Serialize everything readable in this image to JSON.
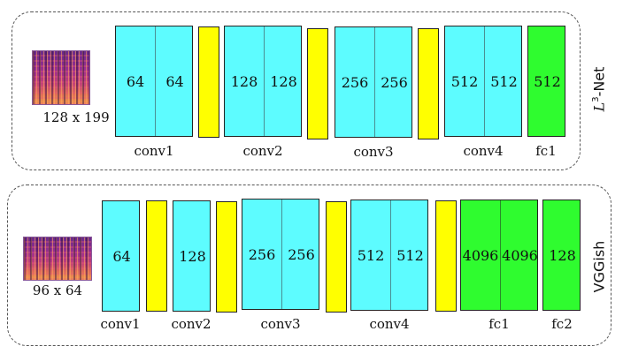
{
  "l3net": {
    "name_letter": "L",
    "name_sup": "3",
    "name_rest": "-Net",
    "input_label": "128 x 199",
    "blocks": [
      {
        "label": "conv1",
        "filters": [
          "64",
          "64"
        ]
      },
      {
        "label": "conv2",
        "filters": [
          "128",
          "128"
        ]
      },
      {
        "label": "conv3",
        "filters": [
          "256",
          "256"
        ]
      },
      {
        "label": "conv4",
        "filters": [
          "512",
          "512"
        ]
      },
      {
        "label": "fc1",
        "filters": [
          "512"
        ]
      }
    ]
  },
  "vggish": {
    "name": "VGGish",
    "input_label": "96 x 64",
    "blocks": [
      {
        "label": "conv1",
        "filters": [
          "64"
        ]
      },
      {
        "label": "conv2",
        "filters": [
          "128"
        ]
      },
      {
        "label": "conv3",
        "filters": [
          "256",
          "256"
        ]
      },
      {
        "label": "conv4",
        "filters": [
          "512",
          "512"
        ]
      },
      {
        "label": "fc1",
        "filters": [
          "4096",
          "4096"
        ]
      },
      {
        "label": "fc2",
        "filters": [
          "128"
        ]
      }
    ]
  },
  "colors": {
    "conv": "#5dfcff",
    "pool": "#ffff00",
    "fc": "#2ffc2f"
  }
}
